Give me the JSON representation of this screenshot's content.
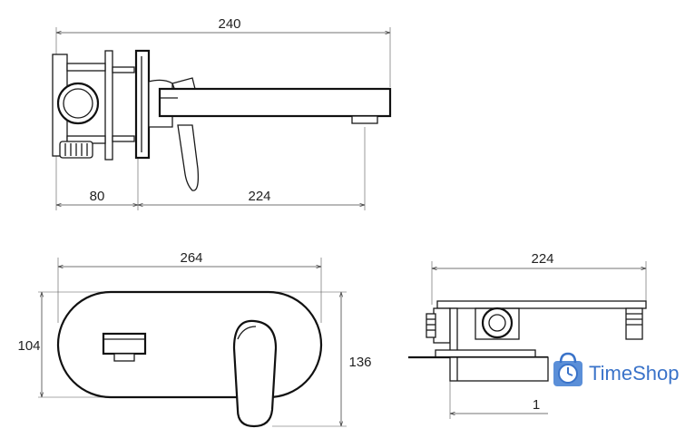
{
  "dimensions": {
    "side_total_length": "240",
    "side_body_depth": "80",
    "side_spout_reach": "224",
    "front_plate_width": "264",
    "front_plate_height": "104",
    "front_total_height": "136",
    "top_plate_width": "224",
    "top_partial_label": "1"
  },
  "logo": {
    "brand": "TimeShop"
  },
  "colors": {
    "line": "#1a1a1a",
    "dimension": "#444444",
    "logo_blue": "#3a73c9",
    "logo_accent": "#5b8fd8"
  }
}
